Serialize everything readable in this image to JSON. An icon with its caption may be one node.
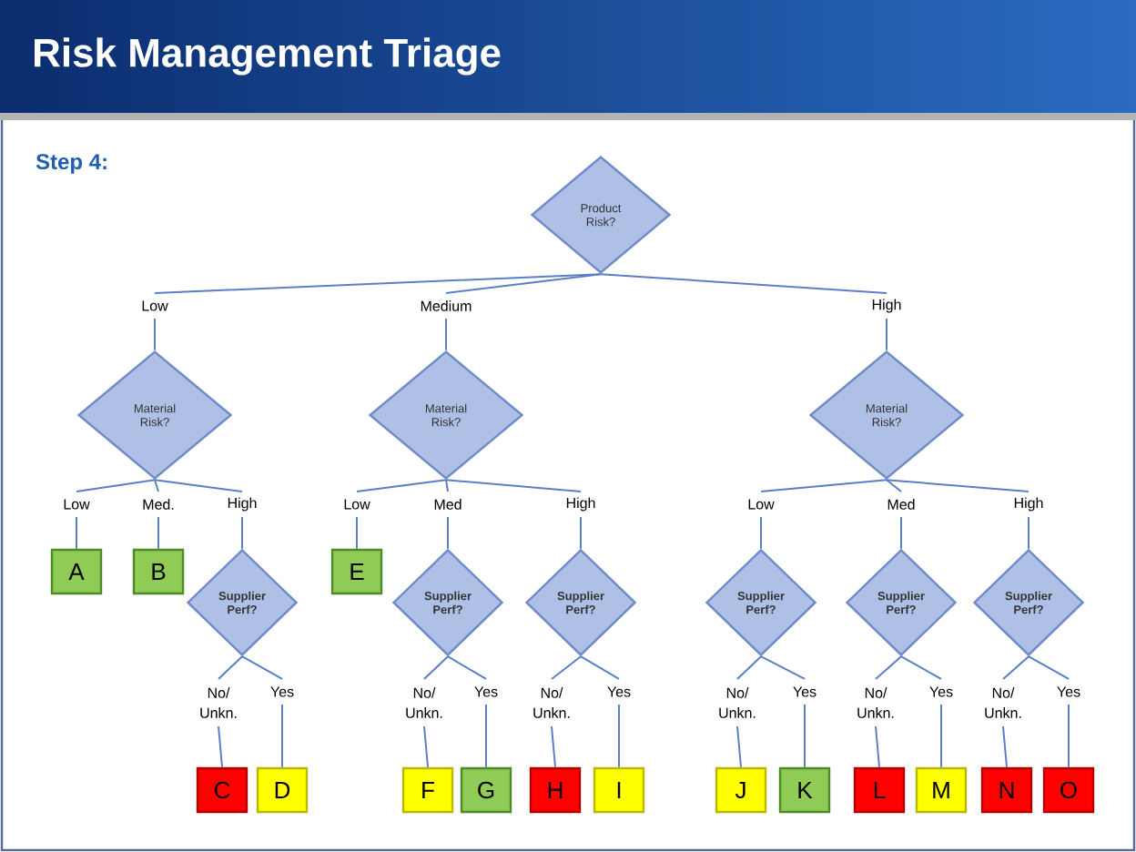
{
  "diagram": {
    "title": "Risk Management Triage",
    "nodes": [
      {
        "text": [
          "Product Risk?"
        ]
      },
      {
        "text": [
          "Material Risk?"
        ]
      },
      {
        "text": [
          "Material Risk?"
        ]
      },
      {
        "text": [
          "Material Risk?"
        ]
      },
      {
        "text": [
          "A"
        ]
      },
      {
        "text": [
          "B"
        ]
      },
      {
        "text": [
          "Supplier Perf?"
        ]
      },
      {
        "text": [
          "E"
        ]
      },
      {
        "text": [
          "Supplier Perf?"
        ]
      },
      {
        "text": [
          "Supplier Perf?"
        ]
      },
      {
        "text": [
          "Supplier Perf?"
        ]
      },
      {
        "text": [
          "Supplier Perf?"
        ]
      },
      {
        "text": [
          "Supplier Perf?"
        ]
      },
      {
        "text": [
          "C"
        ]
      },
      {
        "text": [
          "D"
        ]
      },
      {
        "text": [
          "F"
        ]
      },
      {
        "text": [
          "G"
        ]
      },
      {
        "text": [
          "H"
        ]
      },
      {
        "text": [
          "I"
        ]
      },
      {
        "text": [
          "J"
        ]
      },
      {
        "text": [
          "K"
        ]
      },
      {
        "text": [
          "L"
        ]
      },
      {
        "text": [
          "M"
        ]
      },
      {
        "text": [
          "N"
        ]
      },
      {
        "text": [
          "O"
        ]
      }
    ],
    "edges": [
      {
        "from": 0,
        "to": 1,
        "arrow": "none",
        "label": "Low"
      },
      {
        "from": 0,
        "to": 2,
        "arrow": "none",
        "label": "Medium"
      },
      {
        "from": 0,
        "to": 3,
        "arrow": "none",
        "label": "High"
      },
      {
        "from": 1,
        "to": 4,
        "arrow": "none",
        "label": "Low"
      },
      {
        "from": 1,
        "to": 5,
        "arrow": "none",
        "label": "Med."
      },
      {
        "from": 1,
        "to": 6,
        "arrow": "none",
        "label": "High"
      },
      {
        "from": 2,
        "to": 7,
        "arrow": "none",
        "label": "Low"
      },
      {
        "from": 2,
        "to": 8,
        "arrow": "none",
        "label": "Med"
      },
      {
        "from": 2,
        "to": 9,
        "arrow": "none",
        "label": "High"
      },
      {
        "from": 3,
        "to": 10,
        "arrow": "none",
        "label": "Low"
      },
      {
        "from": 3,
        "to": 11,
        "arrow": "none",
        "label": "Med"
      },
      {
        "from": 3,
        "to": 12,
        "arrow": "none",
        "label": "High"
      },
      {
        "from": 6,
        "to": 13,
        "arrow": "none",
        "label": "No/ Unkn."
      },
      {
        "from": 6,
        "to": 14,
        "arrow": "none",
        "label": "Yes"
      },
      {
        "from": 8,
        "to": 15,
        "arrow": "none",
        "label": "No/ Unkn."
      },
      {
        "from": 8,
        "to": 16,
        "arrow": "none",
        "label": "Yes"
      },
      {
        "from": 9,
        "to": 17,
        "arrow": "none",
        "label": "No/ Unkn."
      },
      {
        "from": 9,
        "to": 18,
        "arrow": "none",
        "label": "Yes"
      },
      {
        "from": 10,
        "to": 19,
        "arrow": "none",
        "label": "No/ Unkn."
      },
      {
        "from": 10,
        "to": 20,
        "arrow": "none",
        "label": "Yes"
      },
      {
        "from": 11,
        "to": 21,
        "arrow": "none",
        "label": "No/ Unkn."
      },
      {
        "from": 11,
        "to": 22,
        "arrow": "none",
        "label": "Yes"
      },
      {
        "from": 12,
        "to": 23,
        "arrow": "none",
        "label": "No/ Unkn."
      },
      {
        "from": 12,
        "to": 24,
        "arrow": "none",
        "label": "Yes"
      }
    ],
    "labels": [
      "Step 4:"
    ]
  }
}
